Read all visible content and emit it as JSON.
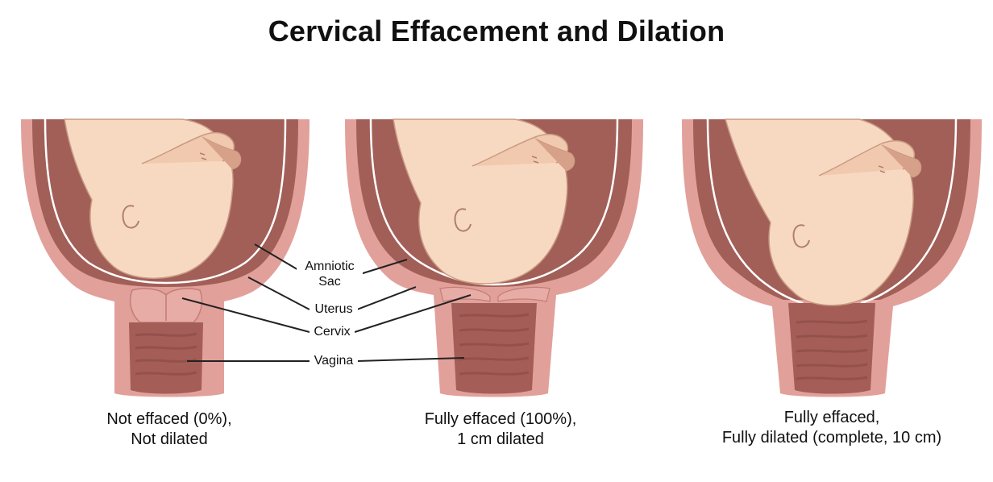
{
  "title": "Cervical Effacement and Dilation",
  "labels": {
    "amniotic_sac_line1": "Amniotic",
    "amniotic_sac_line2": "Sac",
    "uterus": "Uterus",
    "cervix": "Cervix",
    "vagina": "Vagina"
  },
  "panels": [
    {
      "caption_line1": "Not effaced (0%),",
      "caption_line2": "Not dilated"
    },
    {
      "caption_line1": "Fully effaced (100%),",
      "caption_line2": "1 cm dilated"
    },
    {
      "caption_line1": "Fully effaced,",
      "caption_line2": "Fully dilated (complete, 10 cm)"
    }
  ],
  "colors": {
    "uterus_wall": "#e2a09a",
    "uterus_inner": "#a25f58",
    "vagina_fill": "#a55d58",
    "baby_skin": "#f7d9c2",
    "baby_outline": "#c99a82",
    "amniotic_sac": "#ffffff",
    "leader_line": "#222222"
  }
}
